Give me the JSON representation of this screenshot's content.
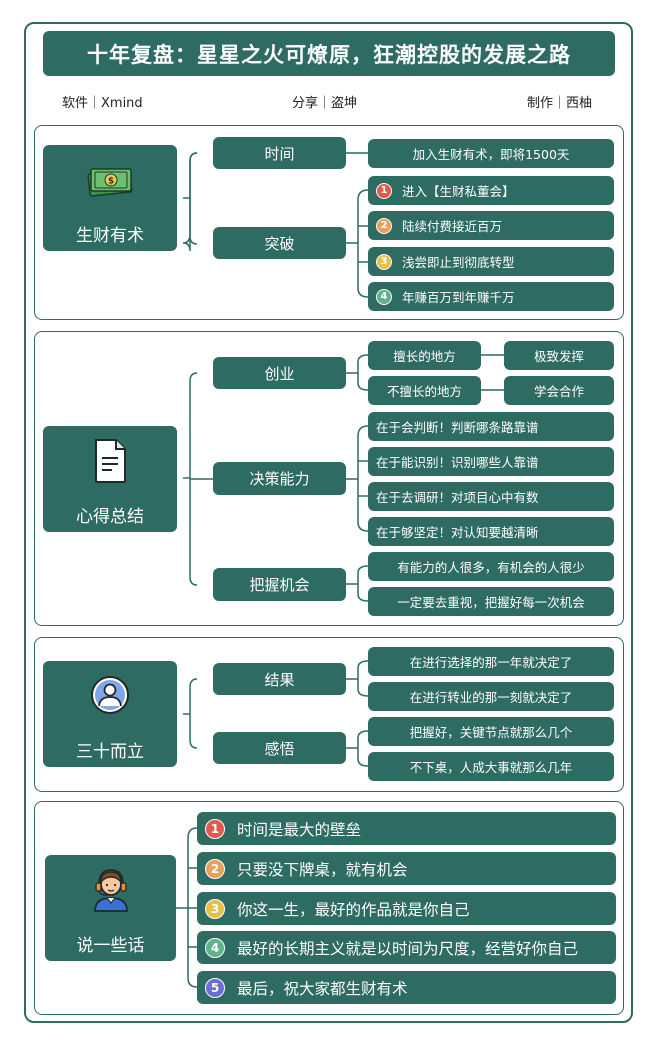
{
  "title": "十年复盘：星星之火可燎原，狂潮控股的发展之路",
  "meta": {
    "software": "软件｜Xmind",
    "share": "分享｜盗坤",
    "author": "制作｜西柚"
  },
  "colors": {
    "primary": "#2e6b62",
    "badge1": "#e05a4e",
    "badge2": "#e8a05a",
    "badge3": "#e6c04a",
    "badge4": "#5fb28a",
    "badge5": "#6a6fd4"
  },
  "sections": {
    "s1": {
      "title": "生财有术",
      "icon": "money-icon",
      "time": {
        "label": "时间",
        "leaf": "加入生财有术，即将1500天"
      },
      "breakthrough": {
        "label": "突破",
        "items": [
          {
            "n": "1",
            "text": "进入【生财私董会】"
          },
          {
            "n": "2",
            "text": "陆续付费接近百万"
          },
          {
            "n": "3",
            "text": "浅尝即止到彻底转型"
          },
          {
            "n": "4",
            "text": "年赚百万到年赚千万"
          }
        ]
      }
    },
    "s2": {
      "title": "心得总结",
      "icon": "document-icon",
      "startup": {
        "label": "创业",
        "good": "擅长的地方",
        "good_res": "极致发挥",
        "bad": "不擅长的地方",
        "bad_res": "学会合作"
      },
      "decision": {
        "label": "决策能力",
        "items": [
          "在于会判断！判断哪条路靠谱",
          "在于能识别！识别哪些人靠谱",
          "在于去调研！对项目心中有数",
          "在于够坚定！对认知要越清晰"
        ]
      },
      "grasp": {
        "label": "把握机会",
        "items": [
          "有能力的人很多，有机会的人很少",
          "一定要去重视，把握好每一次机会"
        ]
      }
    },
    "s3": {
      "title": "三十而立",
      "icon": "user-icon",
      "result": {
        "label": "结果",
        "items": [
          "在进行选择的那一年就决定了",
          "在进行转业的那一刻就决定了"
        ]
      },
      "insight": {
        "label": "感悟",
        "items": [
          "把握好，关键节点就那么几个",
          "不下桌，人成大事就那么几年"
        ]
      }
    },
    "s4": {
      "title": "说一些话",
      "icon": "support-person-icon",
      "items": [
        {
          "n": "1",
          "text": "时间是最大的壁垒"
        },
        {
          "n": "2",
          "text": "只要没下牌桌，就有机会"
        },
        {
          "n": "3",
          "text": "你这一生，最好的作品就是你自己"
        },
        {
          "n": "4",
          "text": "最好的长期主义就是以时间为尺度，经营好你自己"
        },
        {
          "n": "5",
          "text": "最后，祝大家都生财有术"
        }
      ]
    }
  }
}
